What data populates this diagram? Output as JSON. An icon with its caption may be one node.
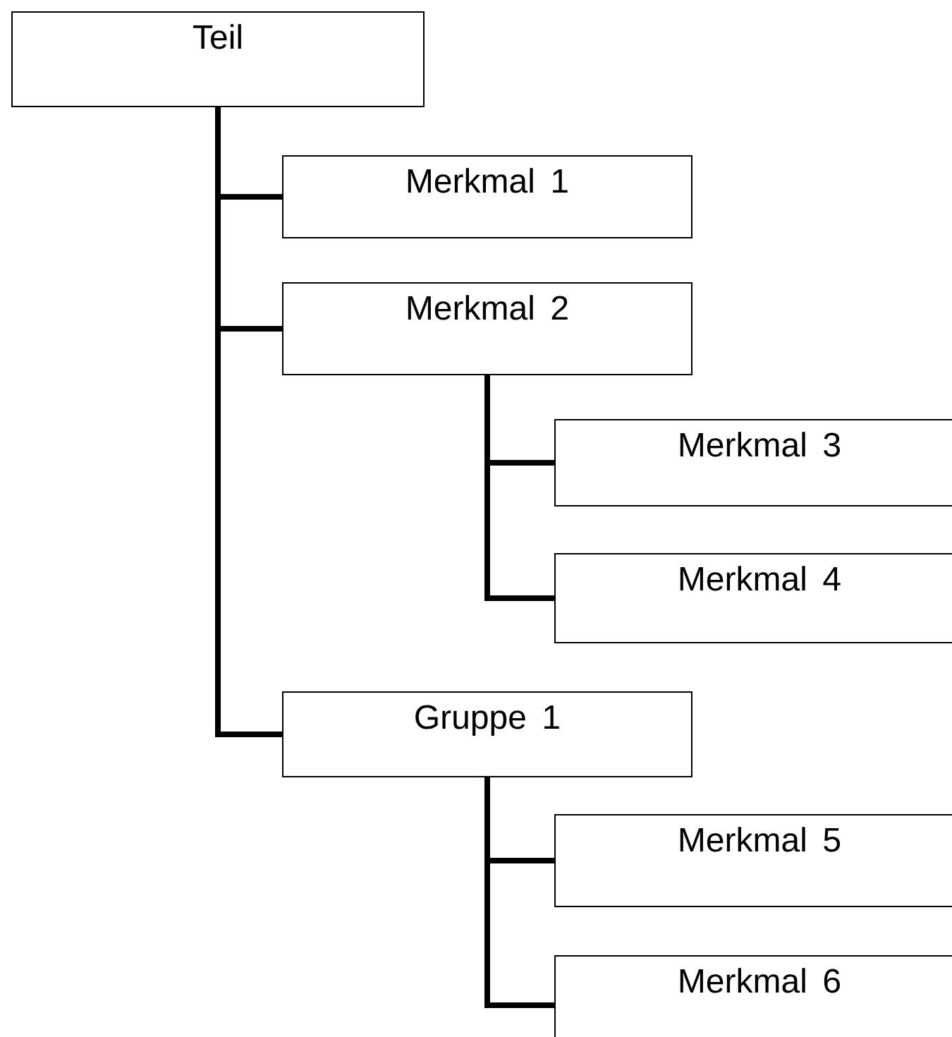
{
  "diagram": {
    "nodes": [
      {
        "text": [
          "Teil"
        ]
      },
      {
        "text": [
          "Merkmal 1"
        ]
      },
      {
        "text": [
          "Merkmal 2"
        ]
      },
      {
        "text": [
          "Merkmal 3"
        ]
      },
      {
        "text": [
          "Merkmal 4"
        ]
      },
      {
        "text": [
          "Gruppe 1"
        ]
      },
      {
        "text": [
          "Merkmal 5"
        ]
      },
      {
        "text": [
          "Merkmal 6"
        ]
      }
    ],
    "edges": [
      {
        "from": 0,
        "to": 1,
        "arrow": "none"
      },
      {
        "from": 0,
        "to": 2,
        "arrow": "none"
      },
      {
        "from": 2,
        "to": 3,
        "arrow": "none"
      },
      {
        "from": 2,
        "to": 4,
        "arrow": "none"
      },
      {
        "from": 0,
        "to": 5,
        "arrow": "none"
      },
      {
        "from": 5,
        "to": 6,
        "arrow": "none"
      },
      {
        "from": 5,
        "to": 7,
        "arrow": "none"
      }
    ]
  }
}
